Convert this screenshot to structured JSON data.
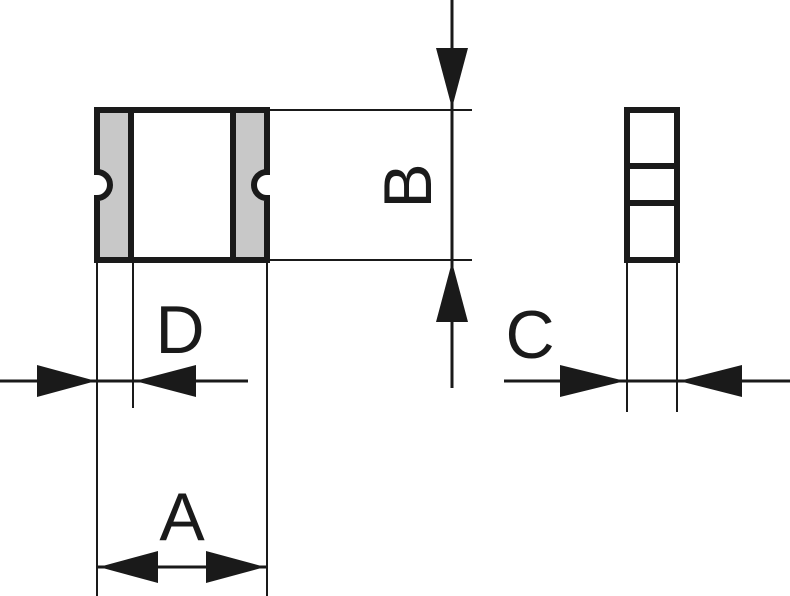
{
  "labels": {
    "a": "A",
    "b": "B",
    "c": "C",
    "d": "D"
  },
  "colors": {
    "line": "#1a1a1a",
    "terminal_fill": "#c8c8c8",
    "background": "#ffffff"
  }
}
